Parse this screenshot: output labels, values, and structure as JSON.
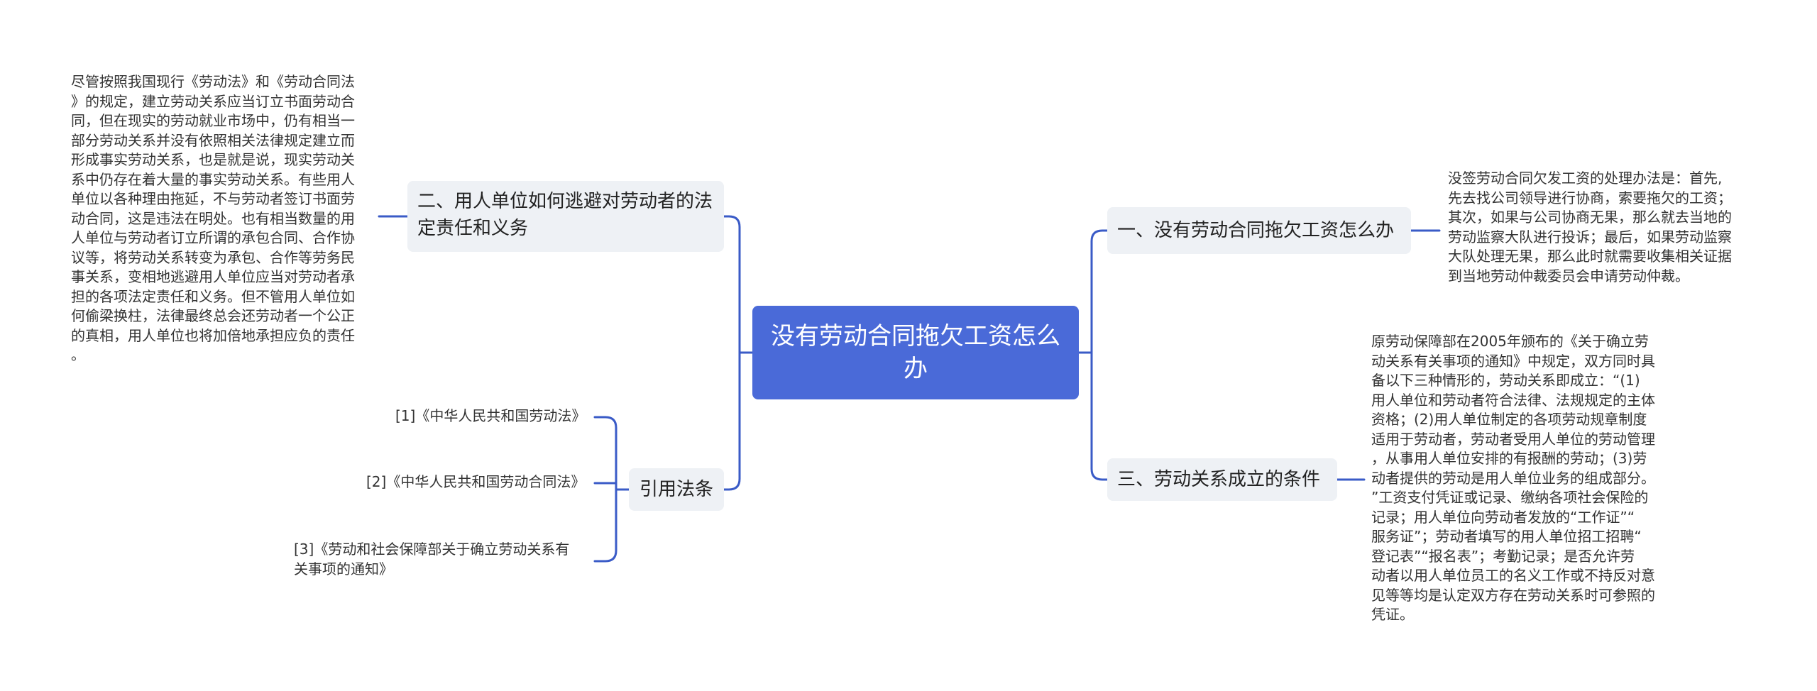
{
  "central": {
    "title": "没有劳动合同拖欠工资怎么办"
  },
  "branches": [
    {
      "label": "一、没有劳动合同拖欠工资怎么办",
      "text": "没签劳动合同欠发工资的处理办法是：首先,\n先去找公司领导进行协商，索要拖欠的工资；\n其次，如果与公司协商无果，那么就去当地的\n劳动监察大队进行投诉；最后，如果劳动监察\n大队处理无果，那么此时就需要收集相关证据\n到当地劳动仲裁委员会申请劳动仲裁。"
    },
    {
      "label": "二、用人单位如何逃避对劳动者的法定责任和义务",
      "text": "尽管按照我国现行《劳动法》和《劳动合同法\n》的规定，建立劳动关系应当订立书面劳动合\n同，但在现实的劳动就业市场中，仍有相当一\n部分劳动关系并没有依照相关法律规定建立而\n形成事实劳动关系，也是就是说，现实劳动关\n系中仍存在着大量的事实劳动关系。有些用人\n单位以各种理由拖延，不与劳动者签订书面劳\n动合同，这是违法在明处。也有相当数量的用\n人单位与劳动者订立所谓的承包合同、合作协\n议等，将劳动关系转变为承包、合作等劳务民\n事关系，变相地逃避用人单位应当对劳动者承\n担的各项法定责任和义务。但不管用人单位如\n何偷梁换柱，法律最终总会还劳动者一个公正\n的真相，用人单位也将加倍地承担应负的责任\n。"
    },
    {
      "label": "三、劳动关系成立的条件",
      "text": "原劳动保障部在2005年颁布的《关于确立劳\n动关系有关事项的通知》中规定，双方同时具\n备以下三种情形的，劳动关系即成立：“(1)\n用人单位和劳动者符合法律、法规规定的主体\n资格；(2)用人单位制定的各项劳动规章制度\n适用于劳动者，劳动者受用人单位的劳动管理\n，从事用人单位安排的有报酬的劳动；(3)劳\n动者提供的劳动是用人单位业务的组成部分。\n”工资支付凭证或记录、缴纳各项社会保险的\n记录；用人单位向劳动者发放的“工作证”“\n服务证”；劳动者填写的用人单位招工招聘“\n登记表”“报名表”；考勤记录；是否允许劳\n动者以用人单位员工的名义工作或不持反对意\n见等等均是认定双方存在劳动关系时可参照的\n凭证。"
    },
    {
      "label": "引用法条",
      "refs": [
        "[1]《中华人民共和国劳动法》",
        "[2]《中华人民共和国劳动合同法》",
        "[3]《劳动和社会保障部关于确立劳动关系有\n关事项的通知》"
      ]
    }
  ],
  "colors": {
    "central_bg": "#4a6ad8",
    "branch_bg": "#eef1f5",
    "line": "#3a5bc7"
  }
}
